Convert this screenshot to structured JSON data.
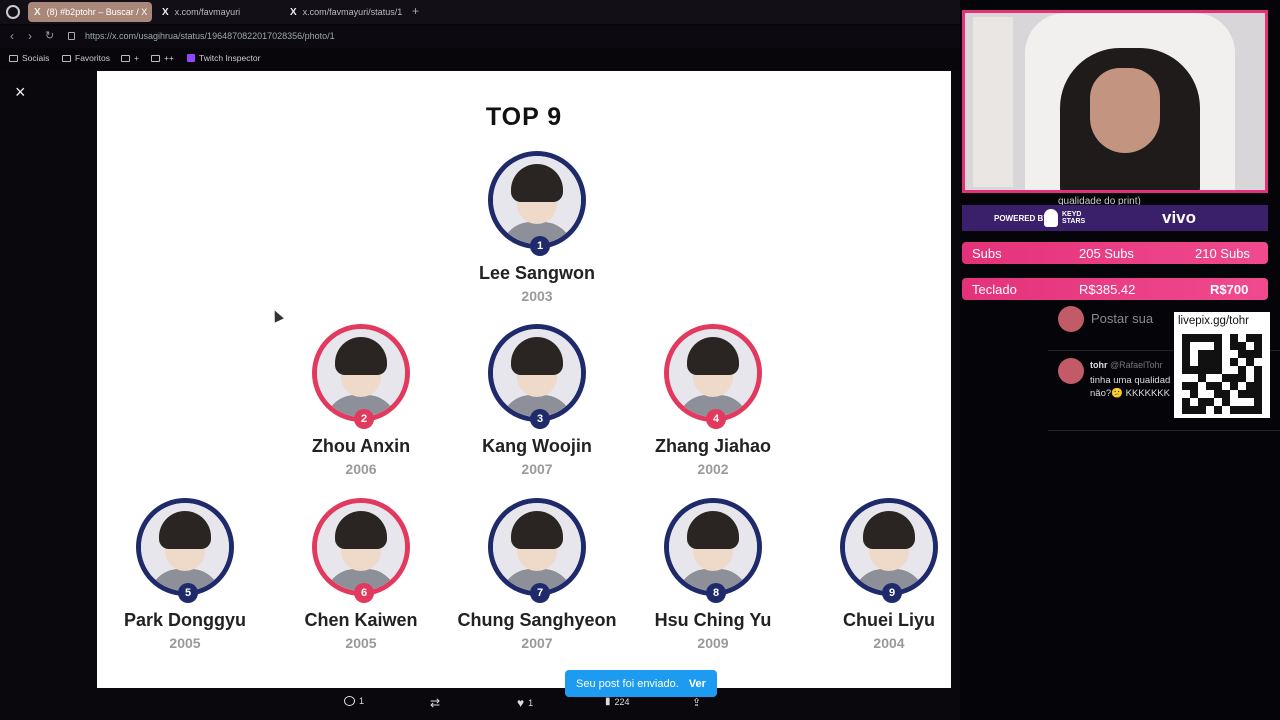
{
  "browser": {
    "tabs": [
      {
        "label": "(8) #b2ptohr – Buscar / X",
        "active": true
      },
      {
        "label": "x.com/favmayuri",
        "active": false
      },
      {
        "label": "x.com/favmayuri/status/1",
        "active": false
      }
    ],
    "new_tab": "+",
    "url": "https://x.com/usagihrua/status/1964870822017028356/photo/1",
    "bookmarks": [
      "Sociais",
      "Favoritos",
      "+",
      "++",
      "Twitch Inspector"
    ]
  },
  "viewer": {
    "close": "×",
    "title": "TOP 9",
    "people": [
      {
        "rank": "1",
        "name": "Lee Sangwon",
        "year": "2003",
        "color": "#1f2a6b"
      },
      {
        "rank": "2",
        "name": "Zhou Anxin",
        "year": "2006",
        "color": "#e23a5e"
      },
      {
        "rank": "3",
        "name": "Kang Woojin",
        "year": "2007",
        "color": "#1f2a6b"
      },
      {
        "rank": "4",
        "name": "Zhang Jiahao",
        "year": "2002",
        "color": "#e23a5e"
      },
      {
        "rank": "5",
        "name": "Park Donggyu",
        "year": "2005",
        "color": "#1f2a6b"
      },
      {
        "rank": "6",
        "name": "Chen Kaiwen",
        "year": "2005",
        "color": "#e23a5e"
      },
      {
        "rank": "7",
        "name": "Chung Sanghyeon",
        "year": "2007",
        "color": "#1f2a6b"
      },
      {
        "rank": "8",
        "name": "Hsu Ching Yu",
        "year": "2009",
        "color": "#1f2a6b"
      },
      {
        "rank": "9",
        "name": "Chuei Liyu",
        "year": "2004",
        "color": "#1f2a6b"
      }
    ],
    "actions": {
      "replies": "1",
      "reposts": "",
      "likes": "1",
      "views": "224"
    },
    "toast": {
      "text": "Seu post foi enviado.",
      "link": "Ver"
    }
  },
  "overlay": {
    "powered_by": "POWERED BY",
    "sponsor1": "KEYD STARS",
    "sponsor2": "vivo",
    "subs": {
      "label": "Subs",
      "current": "205 Subs",
      "goal": "210 Subs"
    },
    "keyboard": {
      "label": "Teclado",
      "current": "R$385.42",
      "goal": "R$700"
    },
    "qr_label": "livepix.gg/tohr",
    "compose_placeholder": "Postar sua",
    "tweet": {
      "author": "tohr",
      "handle": "@RafaelTohr",
      "text1": "tinha uma qualidad",
      "text2": "não?😕 KKKKKKK"
    },
    "behind_text": "qualidade do print)"
  }
}
